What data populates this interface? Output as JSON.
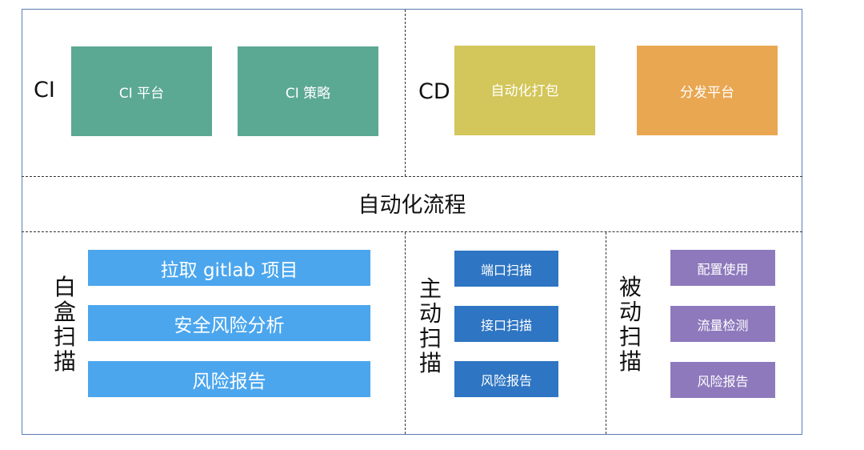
{
  "ci": {
    "label": "CI",
    "items": [
      "CI 平台",
      "CI 策略"
    ]
  },
  "cd": {
    "label": "CD",
    "items": [
      "自动化打包",
      "分发平台"
    ]
  },
  "flow": {
    "title": "自动化流程"
  },
  "whitebox": {
    "label_chars": [
      "白",
      "盒",
      "扫",
      "描"
    ],
    "items": [
      "拉取 gitlab 项目",
      "安全风险分析",
      "风险报告"
    ]
  },
  "active": {
    "label_chars": [
      "主",
      "动",
      "扫",
      "描"
    ],
    "items": [
      "端口扫描",
      "接口扫描",
      "风险报告"
    ]
  },
  "passive": {
    "label_chars": [
      "被",
      "动",
      "扫",
      "描"
    ],
    "items": [
      "配置使用",
      "流量检测",
      "风险报告"
    ]
  },
  "colors": {
    "ci_box": "#5ba893",
    "cd_build_box": "#d3c65a",
    "cd_dist_box": "#e9a752",
    "whitebox_box": "#4ba6ee",
    "active_box": "#2e75c3",
    "passive_box": "#8e79bc",
    "frame_border": "#5b7bb4"
  }
}
